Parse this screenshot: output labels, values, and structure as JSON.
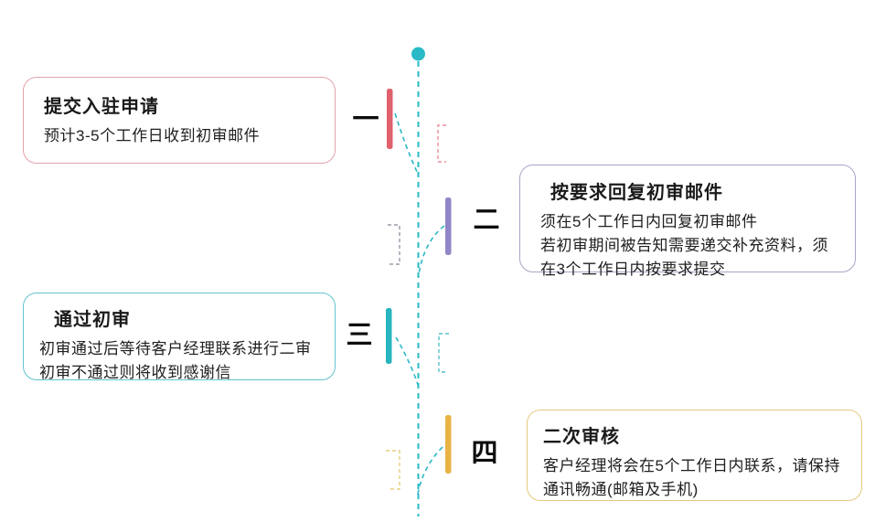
{
  "colors": {
    "trunk": "#2ab9c6",
    "ink": "#1a1a1a",
    "step1_bar": "#e0606c",
    "step1_border": "#e2a2ab",
    "step1_bracket": "#e58f99",
    "step2_bar": "#9186c8",
    "step2_border": "#aba4c6",
    "step2_bracket": "#9c98a8",
    "step3_bar": "#27b5bf",
    "step3_border": "#63c3ce",
    "step3_bracket": "#55c1cc",
    "step4_bar": "#e9b345",
    "step4_border": "#e3c97e",
    "step4_bracket": "#e6cd82"
  },
  "steps": [
    {
      "numeral": "一",
      "title": "提交入驻申请",
      "lines": [
        "预计3-5个工作日收到初审邮件"
      ]
    },
    {
      "numeral": "二",
      "title": "按要求回复初审邮件",
      "lines": [
        "须在5个工作日内回复初审邮件",
        "若初审期间被告知需要递交补充资料，须",
        "在3个工作日内按要求提交"
      ]
    },
    {
      "numeral": "三",
      "title": "通过初审",
      "lines": [
        "初审通过后等待客户经理联系进行二审",
        "初审不通过则将收到感谢信"
      ]
    },
    {
      "numeral": "四",
      "title": "二次审核",
      "lines": [
        "客户经理将会在5个工作日内联系，请保持",
        "通讯畅通(邮箱及手机)"
      ]
    }
  ]
}
